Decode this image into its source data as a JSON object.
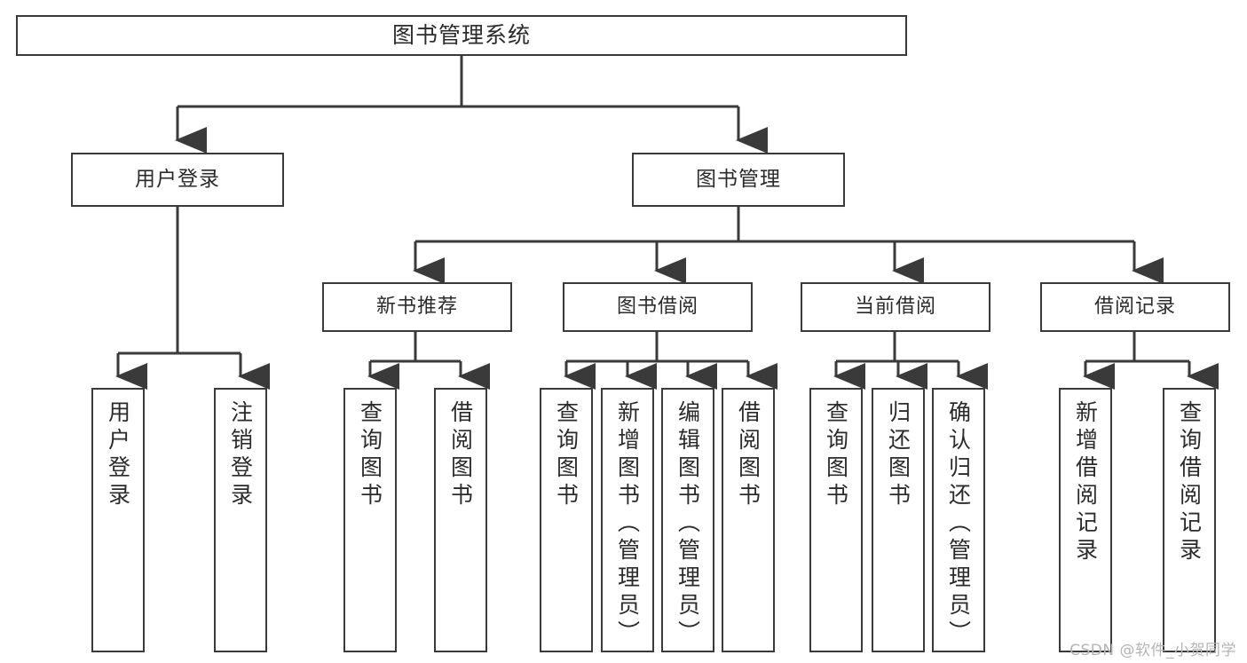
{
  "diagram": {
    "title": "图书管理系统",
    "watermark": "CSDN @软件_小贺同学",
    "line_color": "#3a3a3a",
    "text_color": "#2b2b2b",
    "background": "#ffffff",
    "nodes": {
      "root": "图书管理系统",
      "lvl1": {
        "user_login": "用户登录",
        "book_manage": "图书管理"
      },
      "lvl2": {
        "new_book_rec": "新书推荐",
        "book_borrow": "图书借阅",
        "current_borrow": "当前借阅",
        "borrow_record": "借阅记录"
      },
      "leaves": {
        "user_login_1": "用户登录",
        "user_login_2": "注销登录",
        "new_book_1": "查询图书",
        "new_book_2": "借阅图书",
        "borrow_1": "查询图书",
        "borrow_2": "新增图书（管理员）",
        "borrow_3": "编辑图书（管理员）",
        "borrow_4": "借阅图书",
        "current_1": "查询图书",
        "current_2": "归还图书",
        "current_3": "确认归还（管理员）",
        "record_1": "新增借阅记录",
        "record_2": "查询借阅记录"
      }
    }
  }
}
